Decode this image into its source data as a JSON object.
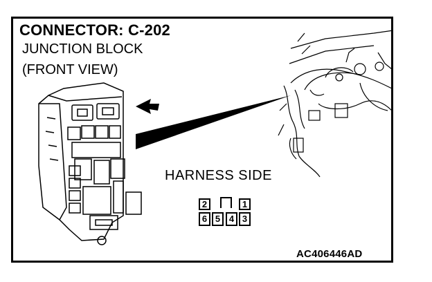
{
  "header": {
    "title": "CONNECTOR: C-202",
    "line1": "JUNCTION BLOCK",
    "line2": "(FRONT VIEW)"
  },
  "harness_label": "HARNESS SIDE",
  "connector": {
    "top_row": [
      "2",
      "",
      "1"
    ],
    "bottom_row": [
      "6",
      "5",
      "4",
      "3"
    ]
  },
  "figure_code": "AC406446AD",
  "icons": [
    "junction-block-illustration",
    "dashboard-wiring-illustration",
    "pointer-arrow"
  ]
}
